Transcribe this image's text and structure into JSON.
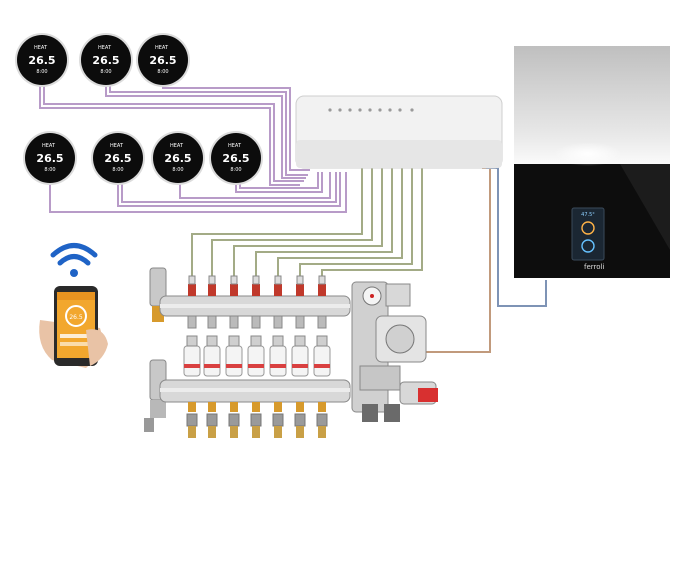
{
  "thermostats": [
    {
      "display": "26.5",
      "mode": "HEAT",
      "time": "8:00"
    },
    {
      "display": "26.5",
      "mode": "HEAT",
      "time": "8:00"
    },
    {
      "display": "26.5",
      "mode": "HEAT",
      "time": "8:00"
    },
    {
      "display": "26.5",
      "mode": "HEAT",
      "time": "8:00"
    },
    {
      "display": "26.5",
      "mode": "HEAT",
      "time": "8:00"
    },
    {
      "display": "26.5",
      "mode": "HEAT",
      "time": "8:00"
    },
    {
      "display": "26.5",
      "mode": "HEAT",
      "time": "8:00"
    }
  ],
  "boiler": {
    "brand": "ferroli",
    "screen_temp": "47.5°"
  },
  "phone": {
    "display": "26.5"
  },
  "colors": {
    "thermostat_wire": "#b89bc8",
    "actuator_wire": "#a3ab86",
    "pump_wire": "#c19a7c",
    "boiler_wire": "#7e93b5",
    "hot_pipe": "#e01b24",
    "cold_pipe": "#2a6bd1",
    "boiler_body": "#111111",
    "controller": "#f2f2f2"
  },
  "icons": [
    "wifi-icon",
    "smartphone",
    "thermostat",
    "wiring-center",
    "boiler",
    "manifold",
    "pump",
    "underfloor-loop"
  ]
}
